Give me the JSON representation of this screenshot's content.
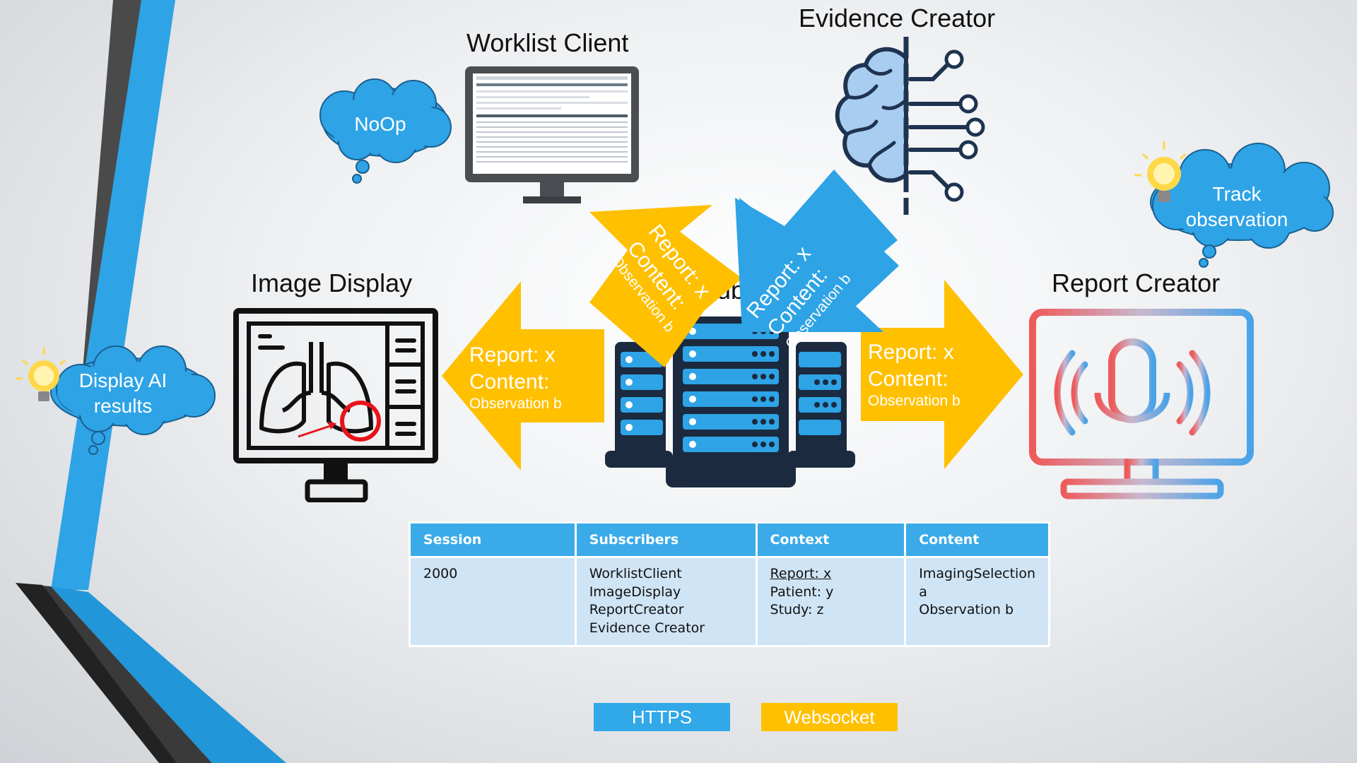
{
  "titles": {
    "worklist": "Worklist Client",
    "evidence": "Evidence Creator",
    "image_display": "Image Display",
    "report_creator": "Report Creator",
    "hub": "Hub"
  },
  "clouds": {
    "noop": "NoOp",
    "display_ai_line1": "Display AI",
    "display_ai_line2": "results",
    "track_line1": "Track",
    "track_line2": "observation"
  },
  "arrows": {
    "report": "Report: x",
    "content": "Content:",
    "observation": "Observation b"
  },
  "table": {
    "headers": [
      "Session",
      "Subscribers",
      "Context",
      "Content"
    ],
    "session": "2000",
    "subscribers": [
      "WorklistClient",
      "ImageDisplay",
      "ReportCreator",
      "Evidence Creator"
    ],
    "context": [
      "Report: x",
      "Patient: y",
      "Study: z"
    ],
    "content": [
      "ImagingSelection a",
      "Observation b"
    ]
  },
  "legend": {
    "https": "HTTPS",
    "websocket": "Websocket"
  },
  "colors": {
    "blue": "#31a8e8",
    "yellow": "#ffc000",
    "navy": "#1b2a3f"
  }
}
